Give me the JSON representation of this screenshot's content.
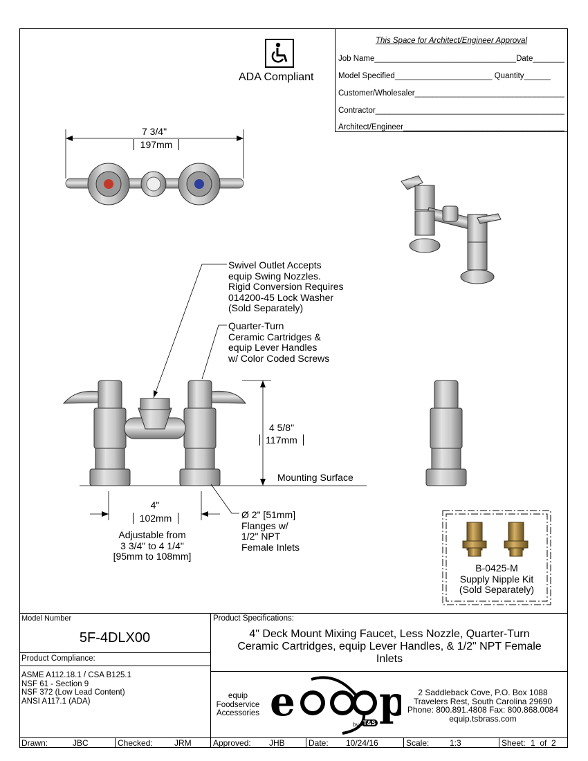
{
  "approval": {
    "header": "This Space for Architect/Engineer Approval",
    "lines": [
      "Job Name________________________________Date_________",
      "Model Specified______________________ Quantity______",
      "Customer/Wholesaler______________________________________",
      "Contractor__________________________________________________",
      "Architect/Engineer_______________________________________________"
    ]
  },
  "ada": {
    "label": "ADA Compliant"
  },
  "dims": {
    "width_in": "7 3/4\"",
    "width_mm": "197mm",
    "height_in": "4 5/8\"",
    "height_mm": "117mm",
    "spacing_in": "4\"",
    "spacing_mm": "102mm",
    "adjustable": "Adjustable from\n3 3/4\" to 4 1/4\"\n[95mm to 108mm]"
  },
  "callouts": {
    "swivel": "Swivel Outlet Accepts\nequip Swing Nozzles.\nRigid Conversion Requires\n014200-45 Lock Washer\n(Sold Separately)",
    "quarter_turn": "Quarter-Turn\nCeramic Cartridges &\nequip Lever Handles\nw/ Color Coded Screws",
    "mounting": "Mounting Surface",
    "flanges": "Ø 2\" [51mm]\nFlanges w/\n1/2\" NPT\nFemale Inlets"
  },
  "kit": {
    "label": "B-0425-M\nSupply Nipple Kit\n(Sold Separately)"
  },
  "title_block": {
    "model_number_label": "Model Number",
    "model_number": "5F-4DLX00",
    "compliance_label": "Product Compliance:",
    "compliance": "ASME A112.18.1 / CSA B125.1\nNSF 61 - Section 9\nNSF 372 (Low Lead Content)\nANSI A117.1 (ADA)",
    "spec_label": "Product Specifications:",
    "spec": "4\" Deck Mount Mixing Faucet,  Less Nozzle, Quarter-Turn\nCeramic Cartridges, equip Lever Handles, & 1/2\" NPT Female\nInlets",
    "brand_small": "equip\nFoodservice\nAccessories",
    "logo_word": "equip",
    "logo_by": "by",
    "logo_sub": "T&S",
    "address": "2 Saddleback Cove, P.O. Box 1088\nTravelers Rest, South Carolina 29690\nPhone: 800.891.4808  Fax: 800.868.0084\nequip.tsbrass.com"
  },
  "footer": {
    "drawn_label": "Drawn:",
    "drawn": "JBC",
    "checked_label": "Checked:",
    "checked": "JRM",
    "approved_label": "Approved:",
    "approved": "JHB",
    "date_label": "Date:",
    "date": "10/24/16",
    "scale_label": "Scale:",
    "scale": "1:3",
    "sheet_label": "Sheet:",
    "sheet": "1  of  2"
  },
  "colors": {
    "metal": "#b9b9b9",
    "metal_dark": "#7d7d7d",
    "hot": "#c0392b",
    "cold": "#2c3e9e",
    "brass": "#b08a3e"
  }
}
